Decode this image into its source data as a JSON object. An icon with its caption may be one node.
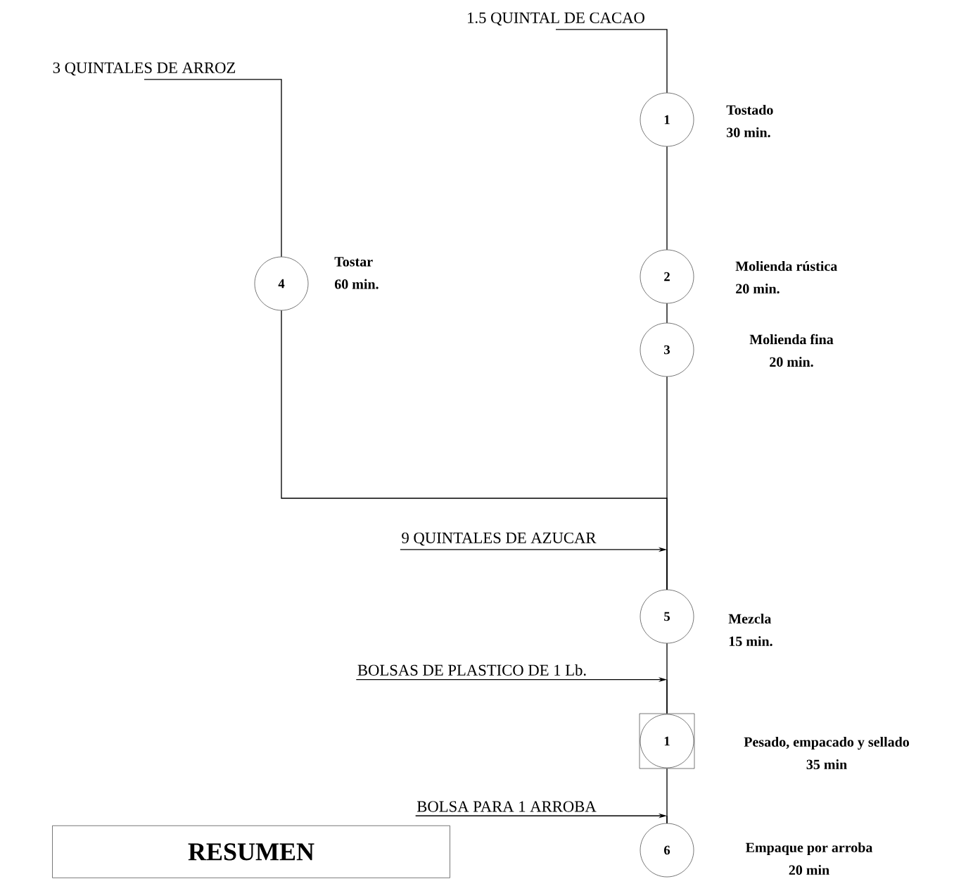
{
  "diagram": {
    "nodes": [
      {
        "text": [
          "1.5 QUINTAL DE CACAO"
        ]
      },
      {
        "text": [
          "3 QUINTALES DE ARROZ"
        ]
      },
      {
        "text": [
          "1"
        ],
        "beside": [
          "Tostado",
          "30 min."
        ]
      },
      {
        "text": [
          "4"
        ],
        "beside": [
          "Tostar",
          "60 min."
        ]
      },
      {
        "text": [
          "2"
        ],
        "beside": [
          "Molienda rústica",
          "20 min."
        ]
      },
      {
        "text": [
          "3"
        ],
        "beside": [
          "Molienda fina",
          "20 min."
        ]
      },
      {
        "text": [
          "9 QUINTALES DE AZUCAR"
        ]
      },
      {
        "text": [
          "5"
        ],
        "beside": [
          "Mezcla",
          "15 min."
        ]
      },
      {
        "text": [
          "BOLSAS DE PLASTICO DE 1 Lb."
        ]
      },
      {
        "text": [
          "1"
        ],
        "beside": [
          "Pesado, empacado y sellado",
          "35 min"
        ]
      },
      {
        "text": [
          "BOLSA PARA 1 ARROBA"
        ]
      },
      {
        "text": [
          "6"
        ],
        "beside": [
          "Empaque por arroba",
          "20 min"
        ]
      },
      {
        "text": [
          "RESUMEN"
        ]
      }
    ],
    "edges": [
      {
        "from": 0,
        "to": 2,
        "arrow": "none"
      },
      {
        "from": 2,
        "to": 4,
        "arrow": "none"
      },
      {
        "from": 4,
        "to": 5,
        "arrow": "none"
      },
      {
        "from": 1,
        "to": 3,
        "arrow": "none"
      },
      {
        "from": 5,
        "to": 7,
        "arrow": "none"
      },
      {
        "from": 3,
        "to": 7,
        "arrow": "none"
      },
      {
        "from": 6,
        "to": 7,
        "arrow": "to"
      },
      {
        "from": 7,
        "to": 9,
        "arrow": "none"
      },
      {
        "from": 8,
        "to": 9,
        "arrow": "to"
      },
      {
        "from": 9,
        "to": 11,
        "arrow": "none"
      },
      {
        "from": 10,
        "to": 11,
        "arrow": "to"
      }
    ]
  }
}
